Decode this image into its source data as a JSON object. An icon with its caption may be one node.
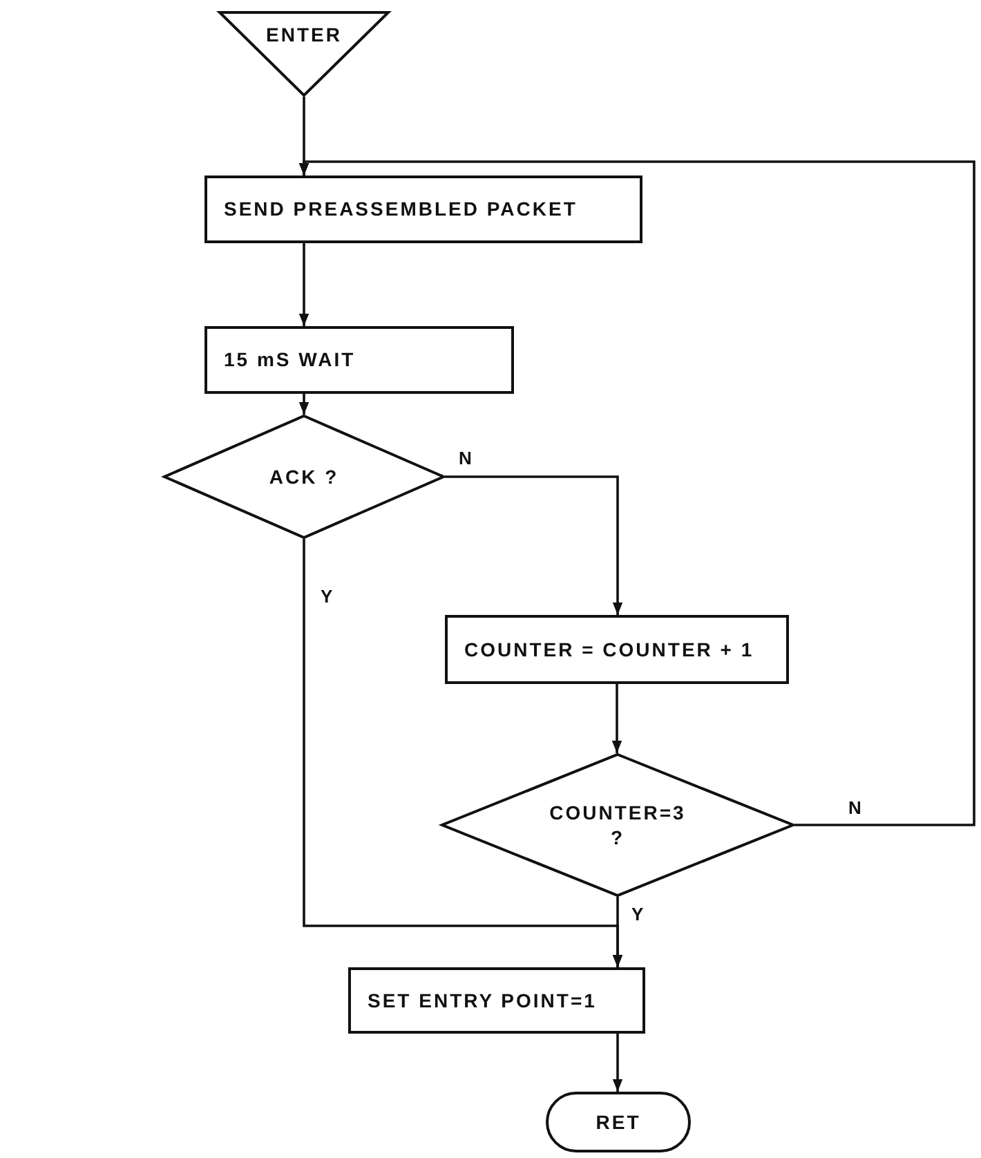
{
  "diagram": {
    "nodes": [
      {
        "text": [
          "ENTER"
        ]
      },
      {
        "text": [
          "SEND PREASSEMBLED PACKET"
        ]
      },
      {
        "text": [
          "15 mS WAIT"
        ]
      },
      {
        "text": [
          "ACK ?"
        ]
      },
      {
        "text": [
          "COUNTER = COUNTER + 1"
        ]
      },
      {
        "text": [
          "COUNTER=3 ?"
        ]
      },
      {
        "text": [
          "SET ENTRY POINT=1"
        ]
      },
      {
        "text": [
          "RET"
        ]
      }
    ],
    "edges": [
      {
        "from": 0,
        "to": 1,
        "arrow": "to"
      },
      {
        "from": 5,
        "to": 1,
        "arrow": "to",
        "label": "N"
      },
      {
        "from": 1,
        "to": 2,
        "arrow": "to"
      },
      {
        "from": 2,
        "to": 3,
        "arrow": "to"
      },
      {
        "from": 3,
        "to": 4,
        "arrow": "to",
        "label": "N"
      },
      {
        "from": 3,
        "to": 6,
        "arrow": "to",
        "label": "Y"
      },
      {
        "from": 4,
        "to": 5,
        "arrow": "to"
      },
      {
        "from": 5,
        "to": 6,
        "arrow": "to",
        "label": "Y"
      },
      {
        "from": 6,
        "to": 7,
        "arrow": "to"
      }
    ]
  }
}
